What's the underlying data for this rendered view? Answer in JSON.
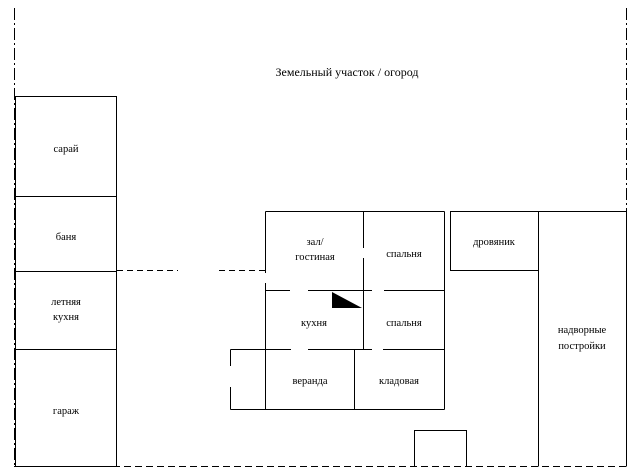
{
  "plot": {
    "title": "Земельный участок / огород",
    "rooms": {
      "saray": "сарай",
      "banya": "баня",
      "letnyaya_kukhnya_line1": "летняя",
      "letnyaya_kukhnya_line2": "кухня",
      "garazh": "гараж",
      "zal_line1": "зал/",
      "zal_line2": "гостиная",
      "spalnya_1": "спальня",
      "kukhnya": "кухня",
      "spalnya_2": "спальня",
      "veranda": "веранда",
      "kladovaya": "кладовая",
      "drovyanik": "дровяник",
      "nadvornye_line1": "надворные",
      "nadvornye_line2": "постройки"
    }
  },
  "colors": {
    "line": "#000000",
    "background": "#ffffff"
  }
}
